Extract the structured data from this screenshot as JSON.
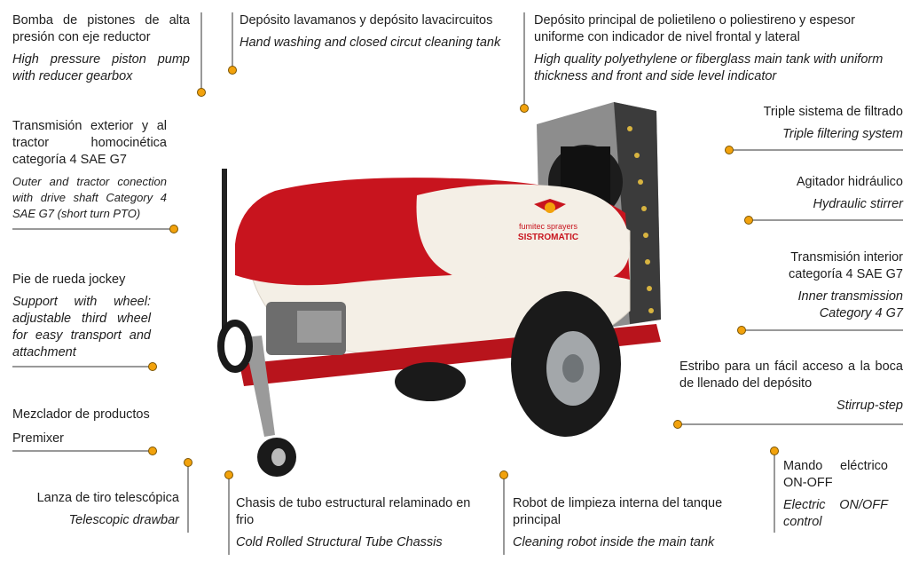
{
  "callouts": {
    "pump": {
      "es": "Bomba de pistones de alta presión con eje reductor",
      "en": "High pressure piston pump with reducer gearbox"
    },
    "handwash": {
      "es": "Depósito lavamanos y depósito lavacircuitos",
      "en": "Hand washing and closed circut cleaning tank"
    },
    "maintank": {
      "es": "Depósito principal de polietileno o poliestireno y espesor uniforme con indicador de nivel frontal y lateral",
      "en": "High quality polyethylene or fiberglass main tank with uniform thickness and front and side level indicator"
    },
    "outer_transmission": {
      "es": "Transmisión exterior y al tractor homocinética categoría 4 SAE G7",
      "en": "Outer and tractor conection with drive shaft Category 4 SAE G7 (short turn PTO)"
    },
    "filter": {
      "es": "Triple sistema de filtrado",
      "en": "Triple filtering system"
    },
    "stirrer": {
      "es": "Agitador hidráulico",
      "en": "Hydraulic stirrer"
    },
    "inner_transmission": {
      "es": "Transmisión interior categoría 4 SAE G7",
      "en": "Inner transmission Category 4 G7"
    },
    "jockey": {
      "es": "Pie de rueda jockey",
      "en": "Support with wheel: adjustable third wheel for easy transport and attachment"
    },
    "stirrup": {
      "es": "Estribo para un fácil acceso a la boca de llenado del depósito",
      "en": "Stirrup-step"
    },
    "premixer": {
      "es": "Mezclador de productos",
      "en": "Premixer"
    },
    "control": {
      "es": "Mando eléctrico ON-OFF",
      "en": "Electric ON/OFF control"
    },
    "drawbar": {
      "es": "Lanza de tiro telescópica",
      "en": "Telescopic drawbar"
    },
    "chassis": {
      "es": "Chasis de tubo estructural relaminado en frio",
      "en": "Cold Rolled Structural Tube Chassis"
    },
    "robot": {
      "es": "Robot de limpieza interna del tanque principal",
      "en": "Cleaning robot inside the main tank"
    }
  },
  "machine": {
    "brand": "fumitec sprayers",
    "model": "SISTROMATIC"
  },
  "colors": {
    "accent_dot": "#f2a20c",
    "line": "#333333",
    "tank_red": "#c8141e",
    "tank_cream": "#f4efe6"
  }
}
